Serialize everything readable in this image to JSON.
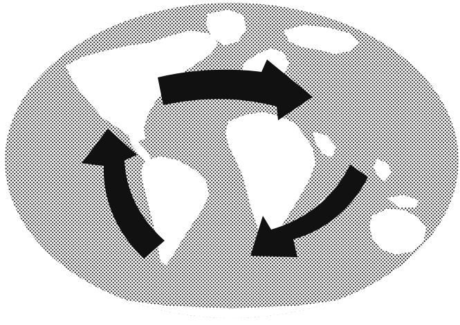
{
  "figure": {
    "subject": "world-map-with-cycle-arrows",
    "background_color": "#ffffff",
    "ocean_pattern_color": "#1a1a1a",
    "land_color": "#ffffff",
    "arrow_color": "#111111",
    "arrow_count": 3,
    "arrow_direction": "clockwise"
  }
}
